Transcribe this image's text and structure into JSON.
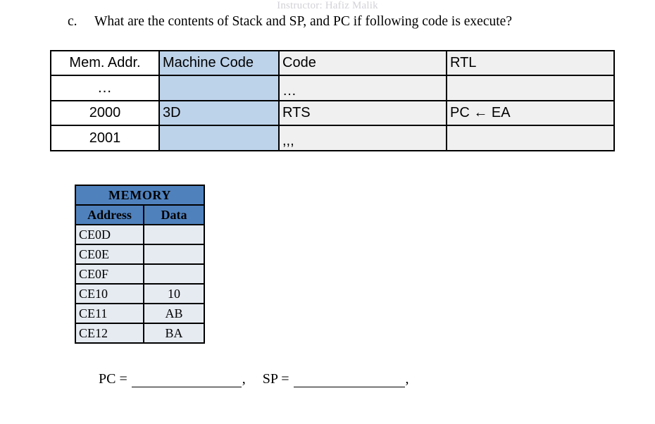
{
  "header": {
    "instructor": "Instructor: Hafiz Malik"
  },
  "question": {
    "marker": "c.",
    "text": "What are the contents of Stack and SP, and PC if following code is execute?"
  },
  "code_table": {
    "columns": [
      "Mem. Addr.",
      "Machine Code",
      "Code",
      "RTL"
    ],
    "rows": [
      {
        "addr": "…",
        "machine": "",
        "code": "…",
        "rtl": ""
      },
      {
        "addr": "2000",
        "machine": "3D",
        "code": "RTS",
        "rtl": "PC ← EA"
      },
      {
        "addr": "2001",
        "machine": "",
        "code": ",,,",
        "rtl": ""
      }
    ]
  },
  "memory_table": {
    "title": "MEMORY",
    "columns": [
      "Address",
      "Data"
    ],
    "rows": [
      {
        "address": "CE0D",
        "data": ""
      },
      {
        "address": "CE0E",
        "data": ""
      },
      {
        "address": "CE0F",
        "data": ""
      },
      {
        "address": "CE10",
        "data": "10"
      },
      {
        "address": "CE11",
        "data": "AB"
      },
      {
        "address": "CE12",
        "data": "BA"
      }
    ]
  },
  "answers": {
    "pc_label": "PC =",
    "separator": ",",
    "sp_label": "SP =",
    "trailing": ","
  },
  "colors": {
    "machine_code_fill": "#bdd3ea",
    "plain_fill": "#f0f0f0",
    "memory_header": "#4f81bd",
    "memory_fill": "#e6ebf2",
    "header_text": "#d2d2d8"
  }
}
